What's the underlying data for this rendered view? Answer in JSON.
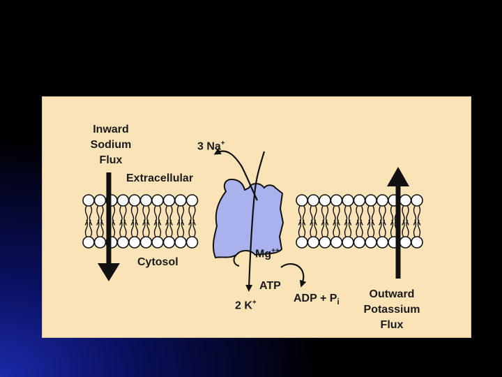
{
  "diagram": {
    "labels": {
      "inward": [
        "Inward",
        "Sodium",
        "Flux"
      ],
      "sodium": "3 Na",
      "sodium_sup": "+",
      "extracellular": "Extracellular",
      "cytosol": "Cytosol",
      "mg": "Mg",
      "mg_sup": "++",
      "atp": "ATP",
      "potassium": "2 K",
      "potassium_sup": "+",
      "adp": "ADP + P",
      "adp_sub": "i",
      "outward": [
        "Outward",
        "Potassium",
        "Flux"
      ]
    },
    "colors": {
      "panel": "#fbe3b8",
      "pump": "#a9b2ec",
      "lipid_head": "#ffffff",
      "stroke": "#111111"
    }
  }
}
